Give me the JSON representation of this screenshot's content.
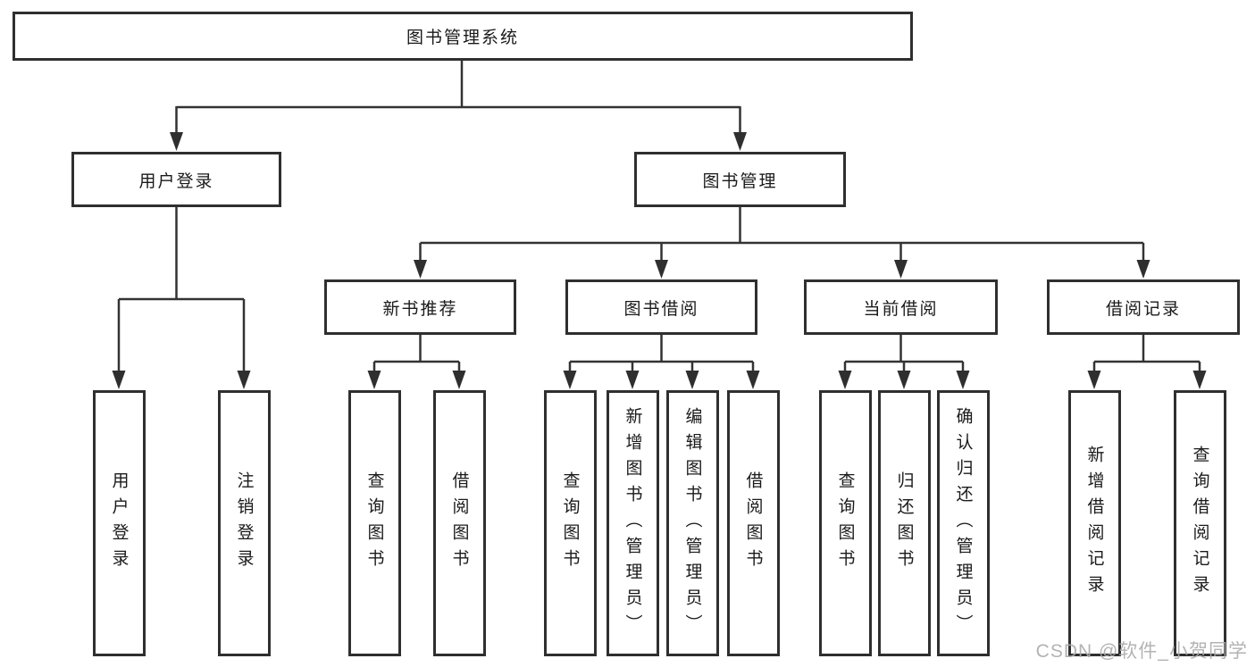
{
  "tree": {
    "label": "图书管理系统",
    "children": [
      {
        "label": "用户登录",
        "children": [
          {
            "label": "用户登录"
          },
          {
            "label": "注销登录"
          }
        ]
      },
      {
        "label": "图书管理",
        "children": [
          {
            "label": "新书推荐",
            "children": [
              {
                "label": "查询图书"
              },
              {
                "label": "借阅图书"
              }
            ]
          },
          {
            "label": "图书借阅",
            "children": [
              {
                "label": "查询图书"
              },
              {
                "label": "新增图书（管理员）"
              },
              {
                "label": "编辑图书（管理员）"
              },
              {
                "label": "借阅图书"
              }
            ]
          },
          {
            "label": "当前借阅",
            "children": [
              {
                "label": "查询图书"
              },
              {
                "label": "归还图书"
              },
              {
                "label": "确认归还（管理员）"
              }
            ]
          },
          {
            "label": "借阅记录",
            "children": [
              {
                "label": "新增借阅记录"
              },
              {
                "label": "查询借阅记录"
              }
            ]
          }
        ]
      }
    ]
  },
  "watermark": {
    "text": "CSDN @软件_小贺同学"
  },
  "colors": {
    "line": "#333333",
    "box_border": "#2f2f2f",
    "text": "#1a1a1a",
    "watermark": "#ababab",
    "background": "#ffffff"
  }
}
